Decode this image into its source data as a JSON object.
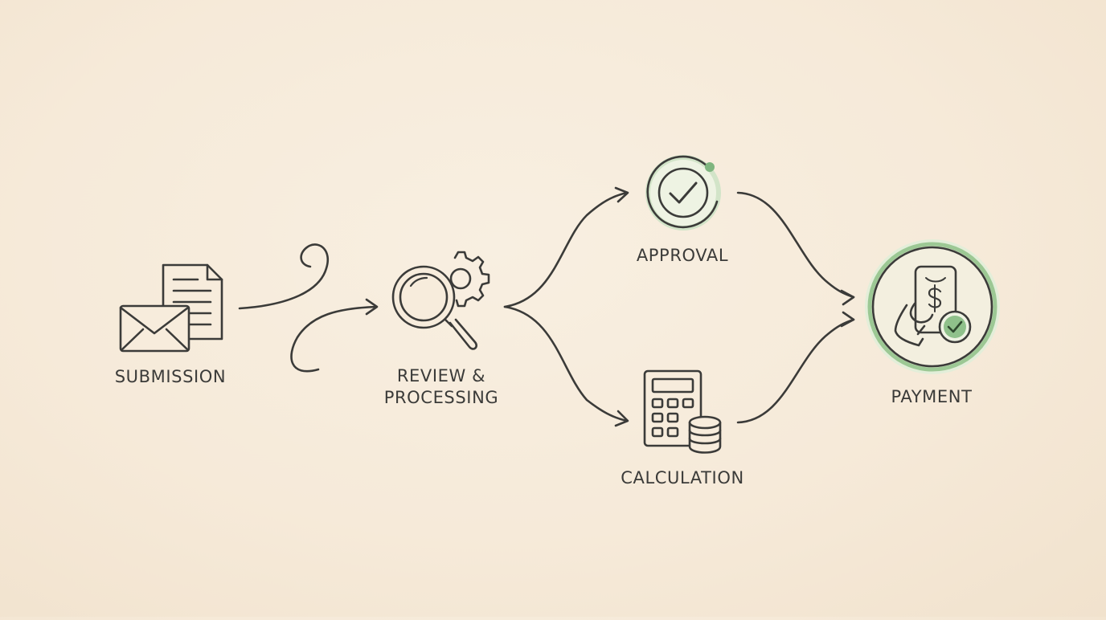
{
  "diagram": {
    "steps": {
      "submission": {
        "label": "SUBMISSION",
        "icon": "envelope-document-icon"
      },
      "review": {
        "label_line1": "REVIEW &",
        "label_line2": "PROCESSING",
        "icon": "magnifier-gear-icon"
      },
      "approval": {
        "label": "APPROVAL",
        "icon": "check-circle-icon"
      },
      "calculation": {
        "label": "CALCULATION",
        "icon": "calculator-coins-icon"
      },
      "payment": {
        "label": "PAYMENT",
        "icon": "hand-phone-check-icon"
      }
    },
    "colors": {
      "stroke": "#3b3b39",
      "accent_green": "#7fb57f",
      "accent_green_light": "#d7e8cf",
      "background": "#f6ead9"
    }
  }
}
